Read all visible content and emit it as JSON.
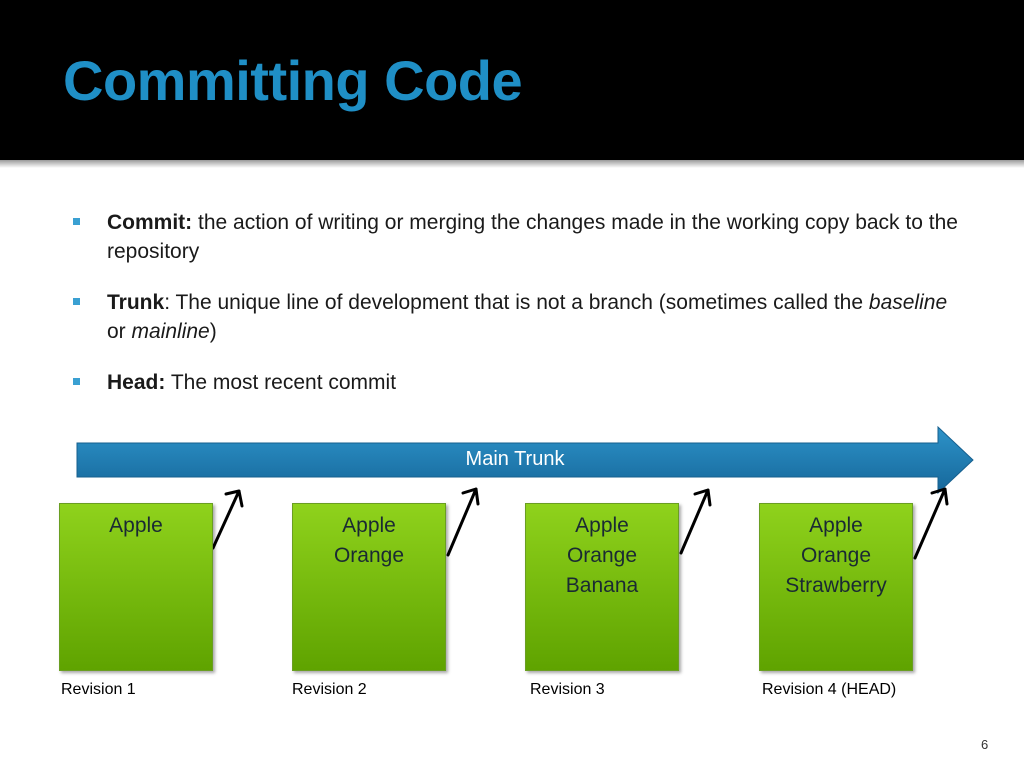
{
  "slide": {
    "title": "Committing Code",
    "page_number": "6"
  },
  "bullets": [
    {
      "term": "Commit:",
      "text": " the action of writing or merging the changes made in the working copy back to the repository"
    },
    {
      "term": "Trunk",
      "pre": ": The unique line of development that is not a branch (sometimes called the ",
      "em1": "baseline",
      "mid": " or ",
      "em2": "mainline",
      "post": ")"
    },
    {
      "term": "Head:",
      "text": " The most recent commit"
    }
  ],
  "diagram": {
    "trunk_label": "Main Trunk",
    "boxes": [
      {
        "lines": [
          "Apple"
        ],
        "revision": "Revision 1"
      },
      {
        "lines": [
          "Apple",
          "Orange"
        ],
        "revision": "Revision 2"
      },
      {
        "lines": [
          "Apple",
          "Orange",
          "Banana"
        ],
        "revision": "Revision 3"
      },
      {
        "lines": [
          "Apple",
          "Orange",
          "Strawberry"
        ],
        "revision": "Revision 4 (HEAD)"
      }
    ],
    "colors": {
      "trunk": "#1b7bb0",
      "box_green": "#7cc110",
      "title_blue": "#1f8fc6"
    }
  }
}
